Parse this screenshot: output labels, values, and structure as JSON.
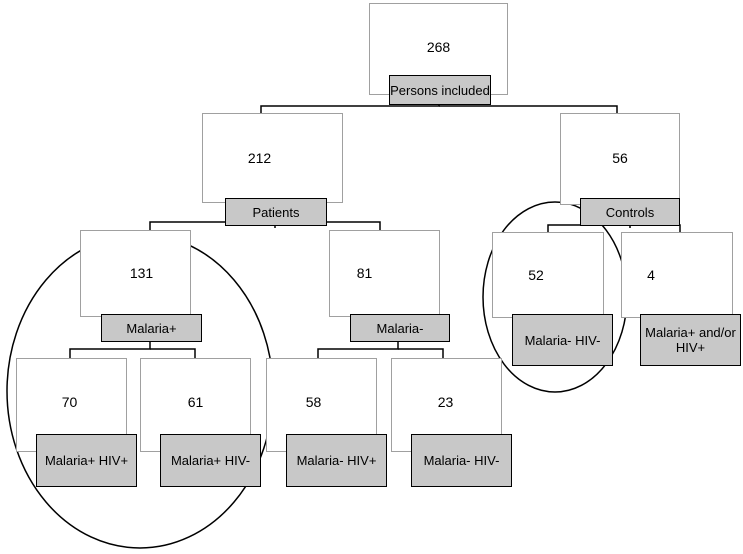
{
  "nodes": {
    "root": {
      "count": "268",
      "label": "Persons included"
    },
    "patients": {
      "count": "212",
      "label": "Patients"
    },
    "controls": {
      "count": "56",
      "label": "Controls"
    },
    "malaria_pos": {
      "count": "131",
      "label": "Malaria+"
    },
    "malaria_neg": {
      "count": "81",
      "label": "Malaria-"
    },
    "ctrl_neg": {
      "count": "52",
      "label": "Malaria- HIV-"
    },
    "ctrl_pos": {
      "count": "4",
      "label": "Malaria+ and/or HIV+"
    },
    "mp_hivp": {
      "count": "70",
      "label": "Malaria+ HIV+"
    },
    "mp_hivn": {
      "count": "61",
      "label": "Malaria+ HIV-"
    },
    "mn_hivp": {
      "count": "58",
      "label": "Malaria- HIV+"
    },
    "mn_hivn": {
      "count": "23",
      "label": "Malaria- HIV-"
    }
  }
}
